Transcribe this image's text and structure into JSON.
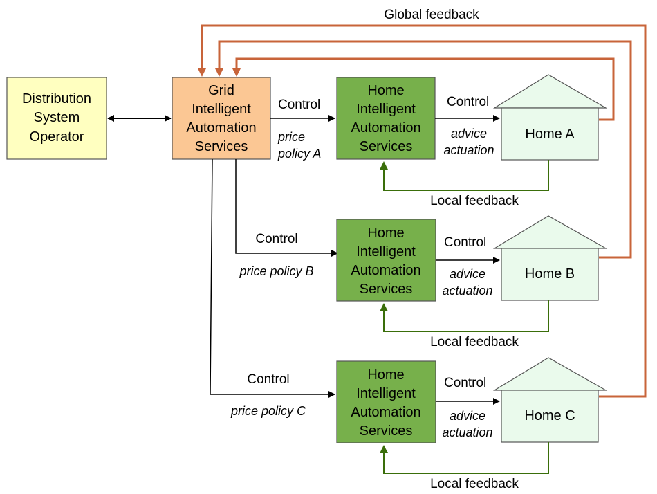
{
  "colors": {
    "dso_fill": "#ffffc0",
    "grid_fill": "#fbc794",
    "home_service_fill": "#77b04b",
    "house_fill": "#eafaec",
    "global_feedback": "#c8643a",
    "local_feedback": "#3a6e0a",
    "control_arrow": "#000000",
    "box_stroke": "#555555"
  },
  "dso": {
    "line1": "Distribution",
    "line2": "System",
    "line3": "Operator"
  },
  "grid": {
    "line1": "Grid",
    "line2": "Intelligent",
    "line3": "Automation",
    "line4": "Services"
  },
  "global_feedback_label": "Global feedback",
  "rows": [
    {
      "service": {
        "line1": "Home",
        "line2": "Intelligent",
        "line3": "Automation",
        "line4": "Services"
      },
      "grid_control": "Control",
      "price_policy_line1": "price",
      "price_policy_line2": "policy A",
      "home_control": "Control",
      "advice": "advice",
      "actuation": "actuation",
      "home": "Home A",
      "local_feedback": "Local feedback"
    },
    {
      "service": {
        "line1": "Home",
        "line2": "Intelligent",
        "line3": "Automation",
        "line4": "Services"
      },
      "grid_control": "Control",
      "price_policy": "price policy B",
      "home_control": "Control",
      "advice": "advice",
      "actuation": "actuation",
      "home": "Home B",
      "local_feedback": "Local feedback"
    },
    {
      "service": {
        "line1": "Home",
        "line2": "Intelligent",
        "line3": "Automation",
        "line4": "Services"
      },
      "grid_control": "Control",
      "price_policy": "price policy C",
      "home_control": "Control",
      "advice": "advice",
      "actuation": "actuation",
      "home": "Home C",
      "local_feedback": "Local feedback"
    }
  ]
}
